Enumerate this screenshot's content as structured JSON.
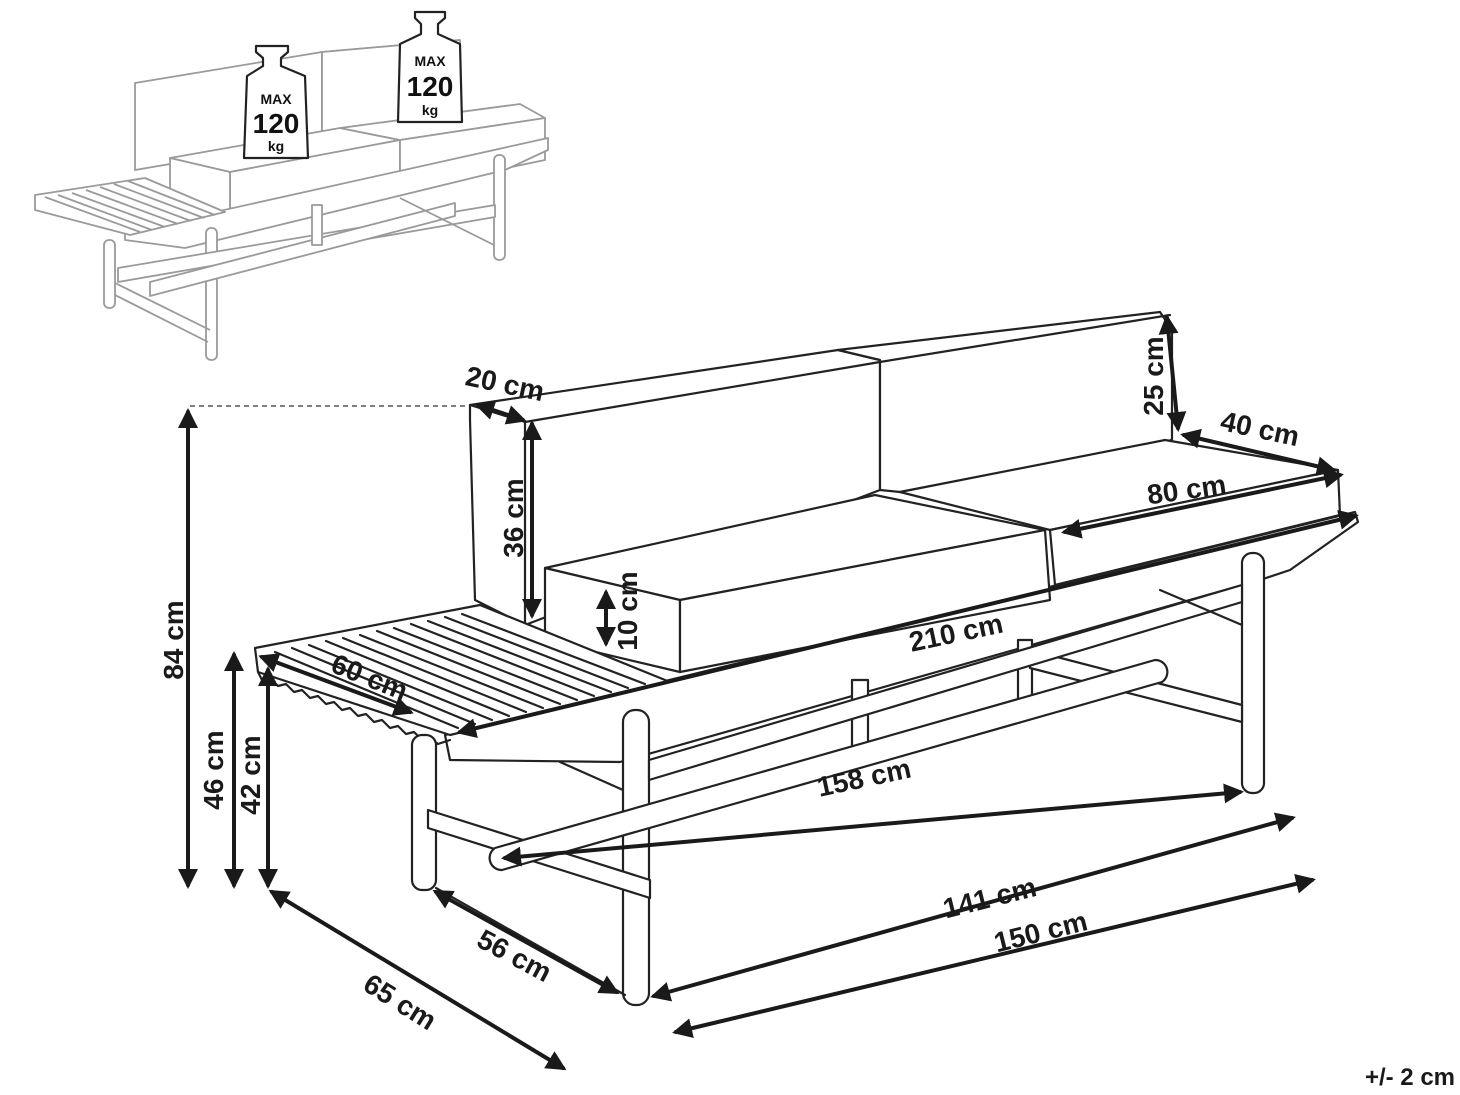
{
  "weights": [
    {
      "max": "MAX",
      "value": "120",
      "unit": "kg"
    },
    {
      "max": "MAX",
      "value": "120",
      "unit": "kg"
    }
  ],
  "dimensions": {
    "total_height": "84 cm",
    "backrest_depth": "20 cm",
    "backrest_height": "36 cm",
    "backrest_cushion": "25 cm",
    "seat_cushion_depth": "40 cm",
    "seat_cushion_width": "80 cm",
    "cushion_thickness": "10 cm",
    "seat_length": "210 cm",
    "table_width": "60 cm",
    "seat_height": "46 cm",
    "table_height": "42 cm",
    "bar_length": "158 cm",
    "inner_length": "141 cm",
    "leg_length": "150 cm",
    "inner_depth": "56 cm",
    "total_depth": "65 cm"
  },
  "tolerance": "+/- 2 cm"
}
